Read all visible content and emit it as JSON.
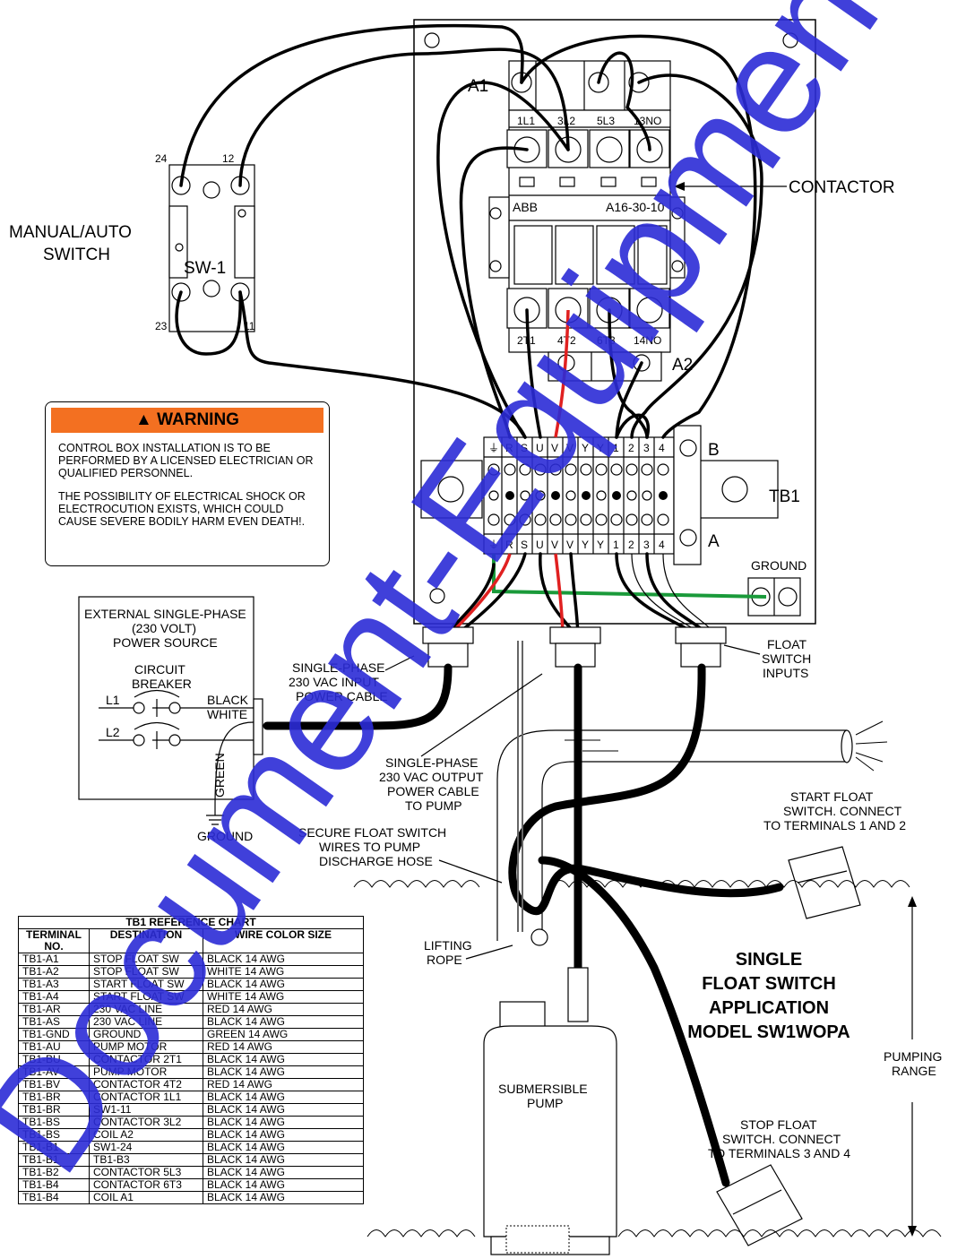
{
  "contactor": {
    "designator": "A1",
    "coil_terminal": "A2",
    "brand": "ABB",
    "model": "A16-30-10",
    "label": "CONTACTOR",
    "top_terminals": [
      "1L1",
      "3L2",
      "5L3",
      "13NO"
    ],
    "bottom_terminals": [
      "2T1",
      "4T2",
      "6T3",
      "14NO"
    ]
  },
  "switch": {
    "label_line1": "MANUAL/AUTO",
    "label_line2": "SWITCH",
    "designator": "SW-1",
    "terminals": [
      "24",
      "12",
      "23",
      "11"
    ]
  },
  "terminal_block": {
    "label": "TB1",
    "row_b_label": "B",
    "row_a_label": "A",
    "terminals": [
      "⏚",
      "R",
      "S",
      "U",
      "V",
      "V",
      "Y",
      "Y",
      "1",
      "2",
      "3",
      "4"
    ],
    "ground_label": "GROUND"
  },
  "warning": {
    "title": "WARNING",
    "paragraph1": "CONTROL BOX INSTALLATION IS TO BE PERFORMED BY A LICENSED ELECTRICIAN OR QUALIFIED PERSONNEL.",
    "paragraph2": "THE POSSIBILITY OF ELECTRICAL SHOCK OR ELECTROCUTION EXISTS, WHICH COULD CAUSE SEVERE BODILY HARM EVEN DEATH!."
  },
  "power_source": {
    "line1": "EXTERNAL SINGLE-PHASE",
    "line2": "(230 VOLT)",
    "line3": "POWER SOURCE",
    "breaker_line1": "CIRCUIT",
    "breaker_line2": "BREAKER",
    "l1": "L1",
    "l2": "L2",
    "black": "BLACK",
    "white": "WHITE",
    "green": "GREEN",
    "ground": "GROUND"
  },
  "callouts": {
    "input_cable": [
      "SINGLE-PHASE",
      "230 VAC INPUT",
      "POWER CABLE"
    ],
    "output_cable": [
      "SINGLE-PHASE",
      "230 VAC OUTPUT",
      "POWER CABLE",
      "TO PUMP"
    ],
    "float_inputs": [
      "FLOAT",
      "SWITCH",
      "INPUTS"
    ],
    "secure_wires": [
      "SECURE FLOAT SWITCH",
      "WIRES TO PUMP",
      "DISCHARGE HOSE"
    ],
    "lifting_rope": [
      "LIFTING",
      "ROPE"
    ],
    "start_float": [
      "START FLOAT",
      "SWITCH. CONNECT",
      "TO TERMINALS 1 AND 2"
    ],
    "stop_float": [
      "STOP FLOAT",
      "SWITCH. CONNECT",
      "TO TERMINALS 3 AND 4"
    ],
    "pump": [
      "SUBMERSIBLE",
      "PUMP"
    ],
    "pumping_range": [
      "PUMPING",
      "RANGE"
    ]
  },
  "application": {
    "line1": "SINGLE",
    "line2": "FLOAT SWITCH",
    "line3": "APPLICATION",
    "line4": "MODEL SW1WOPA"
  },
  "reference_chart": {
    "title": "TB1 REFERENCE CHART",
    "headers": [
      "TERMINAL NO.",
      "DESTINATION",
      "WIRE COLOR SIZE"
    ],
    "rows": [
      [
        "TB1-A1",
        "STOP FLOAT SW",
        "BLACK 14 AWG"
      ],
      [
        "TB1-A2",
        "STOP FLOAT SW",
        "WHITE 14 AWG"
      ],
      [
        "TB1-A3",
        "START FLOAT SW",
        "BLACK 14 AWG"
      ],
      [
        "TB1-A4",
        "START FLOAT SW",
        "WHITE 14 AWG"
      ],
      [
        "TB1-AR",
        "230 VAC LINE",
        "RED 14 AWG"
      ],
      [
        "TB1-AS",
        "230 VAC LINE",
        "BLACK 14 AWG"
      ],
      [
        "TB1-GND",
        "GROUND",
        "GREEN 14 AWG"
      ],
      [
        "TB1-AU",
        "PUMP MOTOR",
        "RED 14 AWG"
      ],
      [
        "TB1-BU",
        "CONTACTOR 2T1",
        "BLACK 14 AWG"
      ],
      [
        "TB1-AV",
        "PUMP MOTOR",
        "BLACK 14 AWG"
      ],
      [
        "TB1-BV",
        "CONTACTOR 4T2",
        "RED 14 AWG"
      ],
      [
        "TB1-BR",
        "CONTACTOR 1L1",
        "BLACK 14 AWG"
      ],
      [
        "TB1-BR",
        "SW1-11",
        "BLACK 14 AWG"
      ],
      [
        "TB1-BS",
        "CONTACTOR 3L2",
        "BLACK 14 AWG"
      ],
      [
        "TB1-BS",
        "COIL A2",
        "BLACK 14 AWG"
      ],
      [
        "TB1-B1",
        "SW1-24",
        "BLACK 14 AWG"
      ],
      [
        "TB1-B1",
        "TB1-B3",
        "BLACK 14 AWG"
      ],
      [
        "TB1-B2",
        "CONTACTOR 5L3",
        "BLACK 14 AWG"
      ],
      [
        "TB1-B4",
        "CONTACTOR 6T3",
        "BLACK 14 AWG"
      ],
      [
        "TB1-B4",
        "COIL A1",
        "BLACK 14 AWG"
      ]
    ]
  },
  "watermark": "Document-Equipment",
  "colors": {
    "warning_header": "#f37021",
    "ground_wire": "#1a9a3a",
    "red_wire": "#e02020",
    "watermark": "#2b2bd6"
  }
}
